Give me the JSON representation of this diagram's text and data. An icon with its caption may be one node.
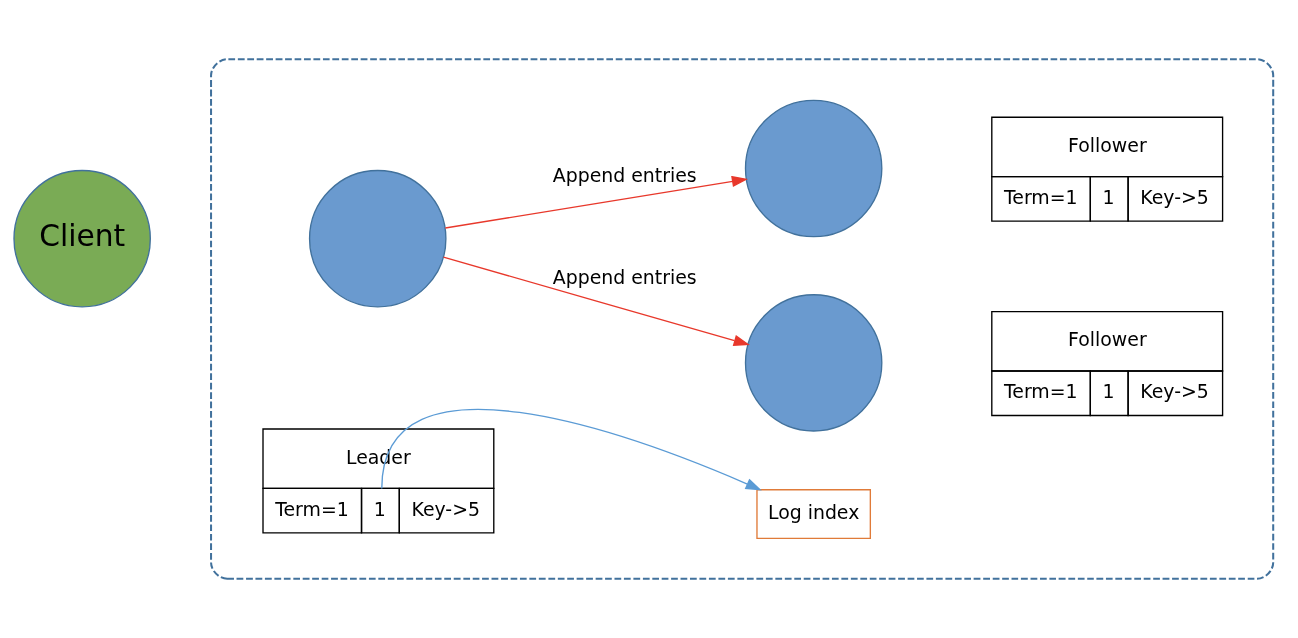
{
  "diagram": {
    "nodes": [
      {
        "text": [
          "Client"
        ]
      },
      {
        "text": [],
        "shape": "box"
      },
      {
        "text": [
          "Log index"
        ],
        "in": 1
      },
      {
        "text": [
          "Leader",
          "Term=1",
          "1",
          "Key->5"
        ],
        "in": 1
      },
      {
        "text": [],
        "shape": "circle",
        "in": 1
      },
      {
        "text": [],
        "shape": "circle",
        "in": 1
      },
      {
        "text": [
          "Follower",
          "Term=1",
          "1",
          "Key->5"
        ],
        "in": 1
      },
      {
        "text": [],
        "shape": "circle",
        "in": 1
      },
      {
        "text": [
          "Follower",
          "Term=1",
          "1",
          "Key->5"
        ],
        "in": 1
      }
    ],
    "edges": [
      {
        "from": 3,
        "to": 2,
        "arrow": "to",
        "color": "#5b9bd5"
      },
      {
        "from": 4,
        "to": 5,
        "label": "Append entries",
        "arrow": "to"
      },
      {
        "from": 4,
        "to": 7,
        "label": "Append entries",
        "arrow": "to"
      }
    ]
  }
}
